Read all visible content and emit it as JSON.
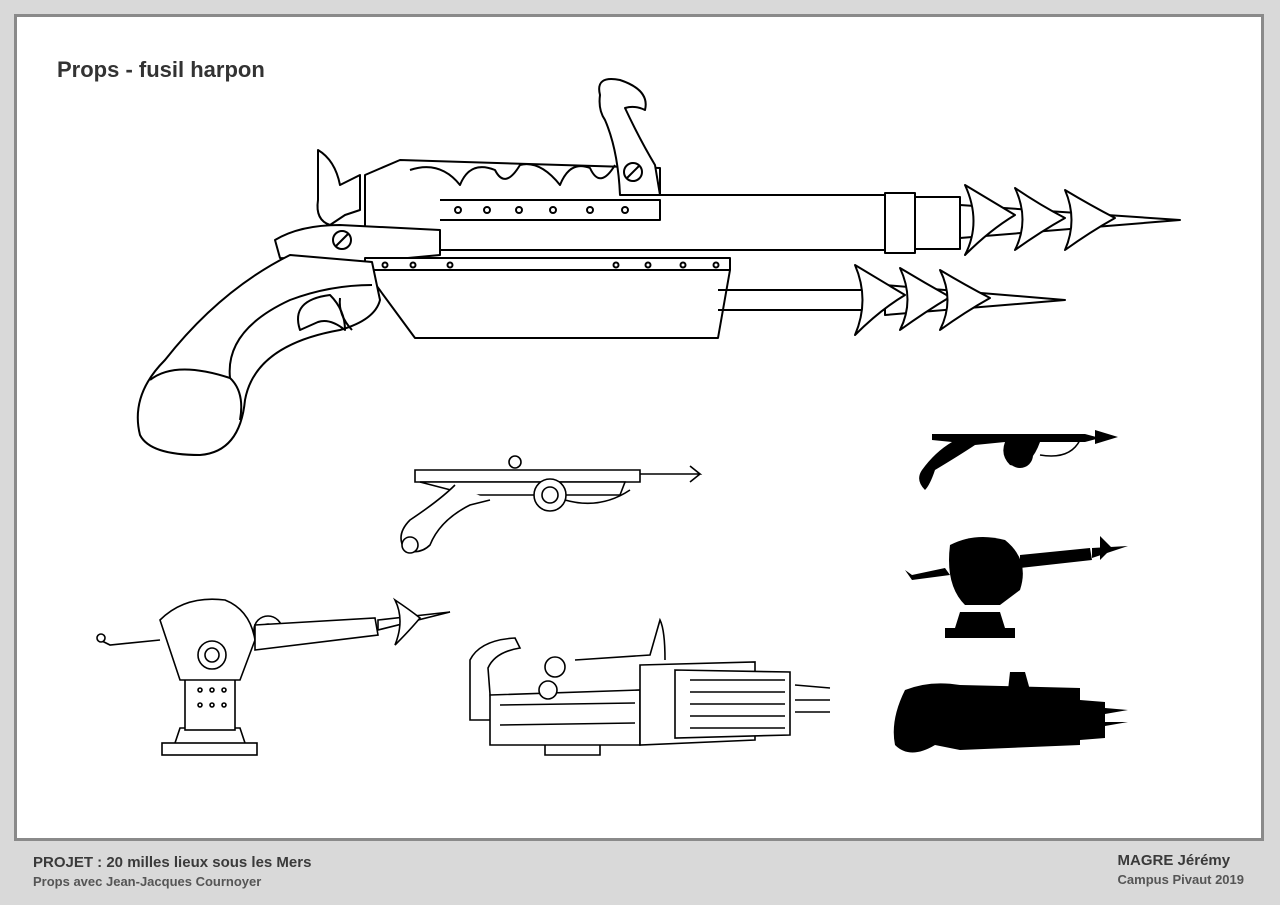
{
  "sheet": {
    "title": "Props - fusil harpon"
  },
  "footer": {
    "project": "PROJET : 20 milles lieux sous les Mers",
    "subtitle": "Props avec Jean-Jacques Cournoyer",
    "author": "MAGRE Jérémy",
    "school": "Campus Pivaut 2019"
  },
  "illustrations": [
    "main-harpoon-pistol-icon",
    "harpoon-pistol-sketch-icon",
    "mounted-harpoon-cannon-icon",
    "gatling-harpoon-icon",
    "pistol-silhouette-icon",
    "cannon-silhouette-icon",
    "gatling-silhouette-icon"
  ],
  "colors": {
    "background": "#d9d9d9",
    "sheet": "#ffffff",
    "frame": "#8a8a8a",
    "ink": "#000000"
  }
}
